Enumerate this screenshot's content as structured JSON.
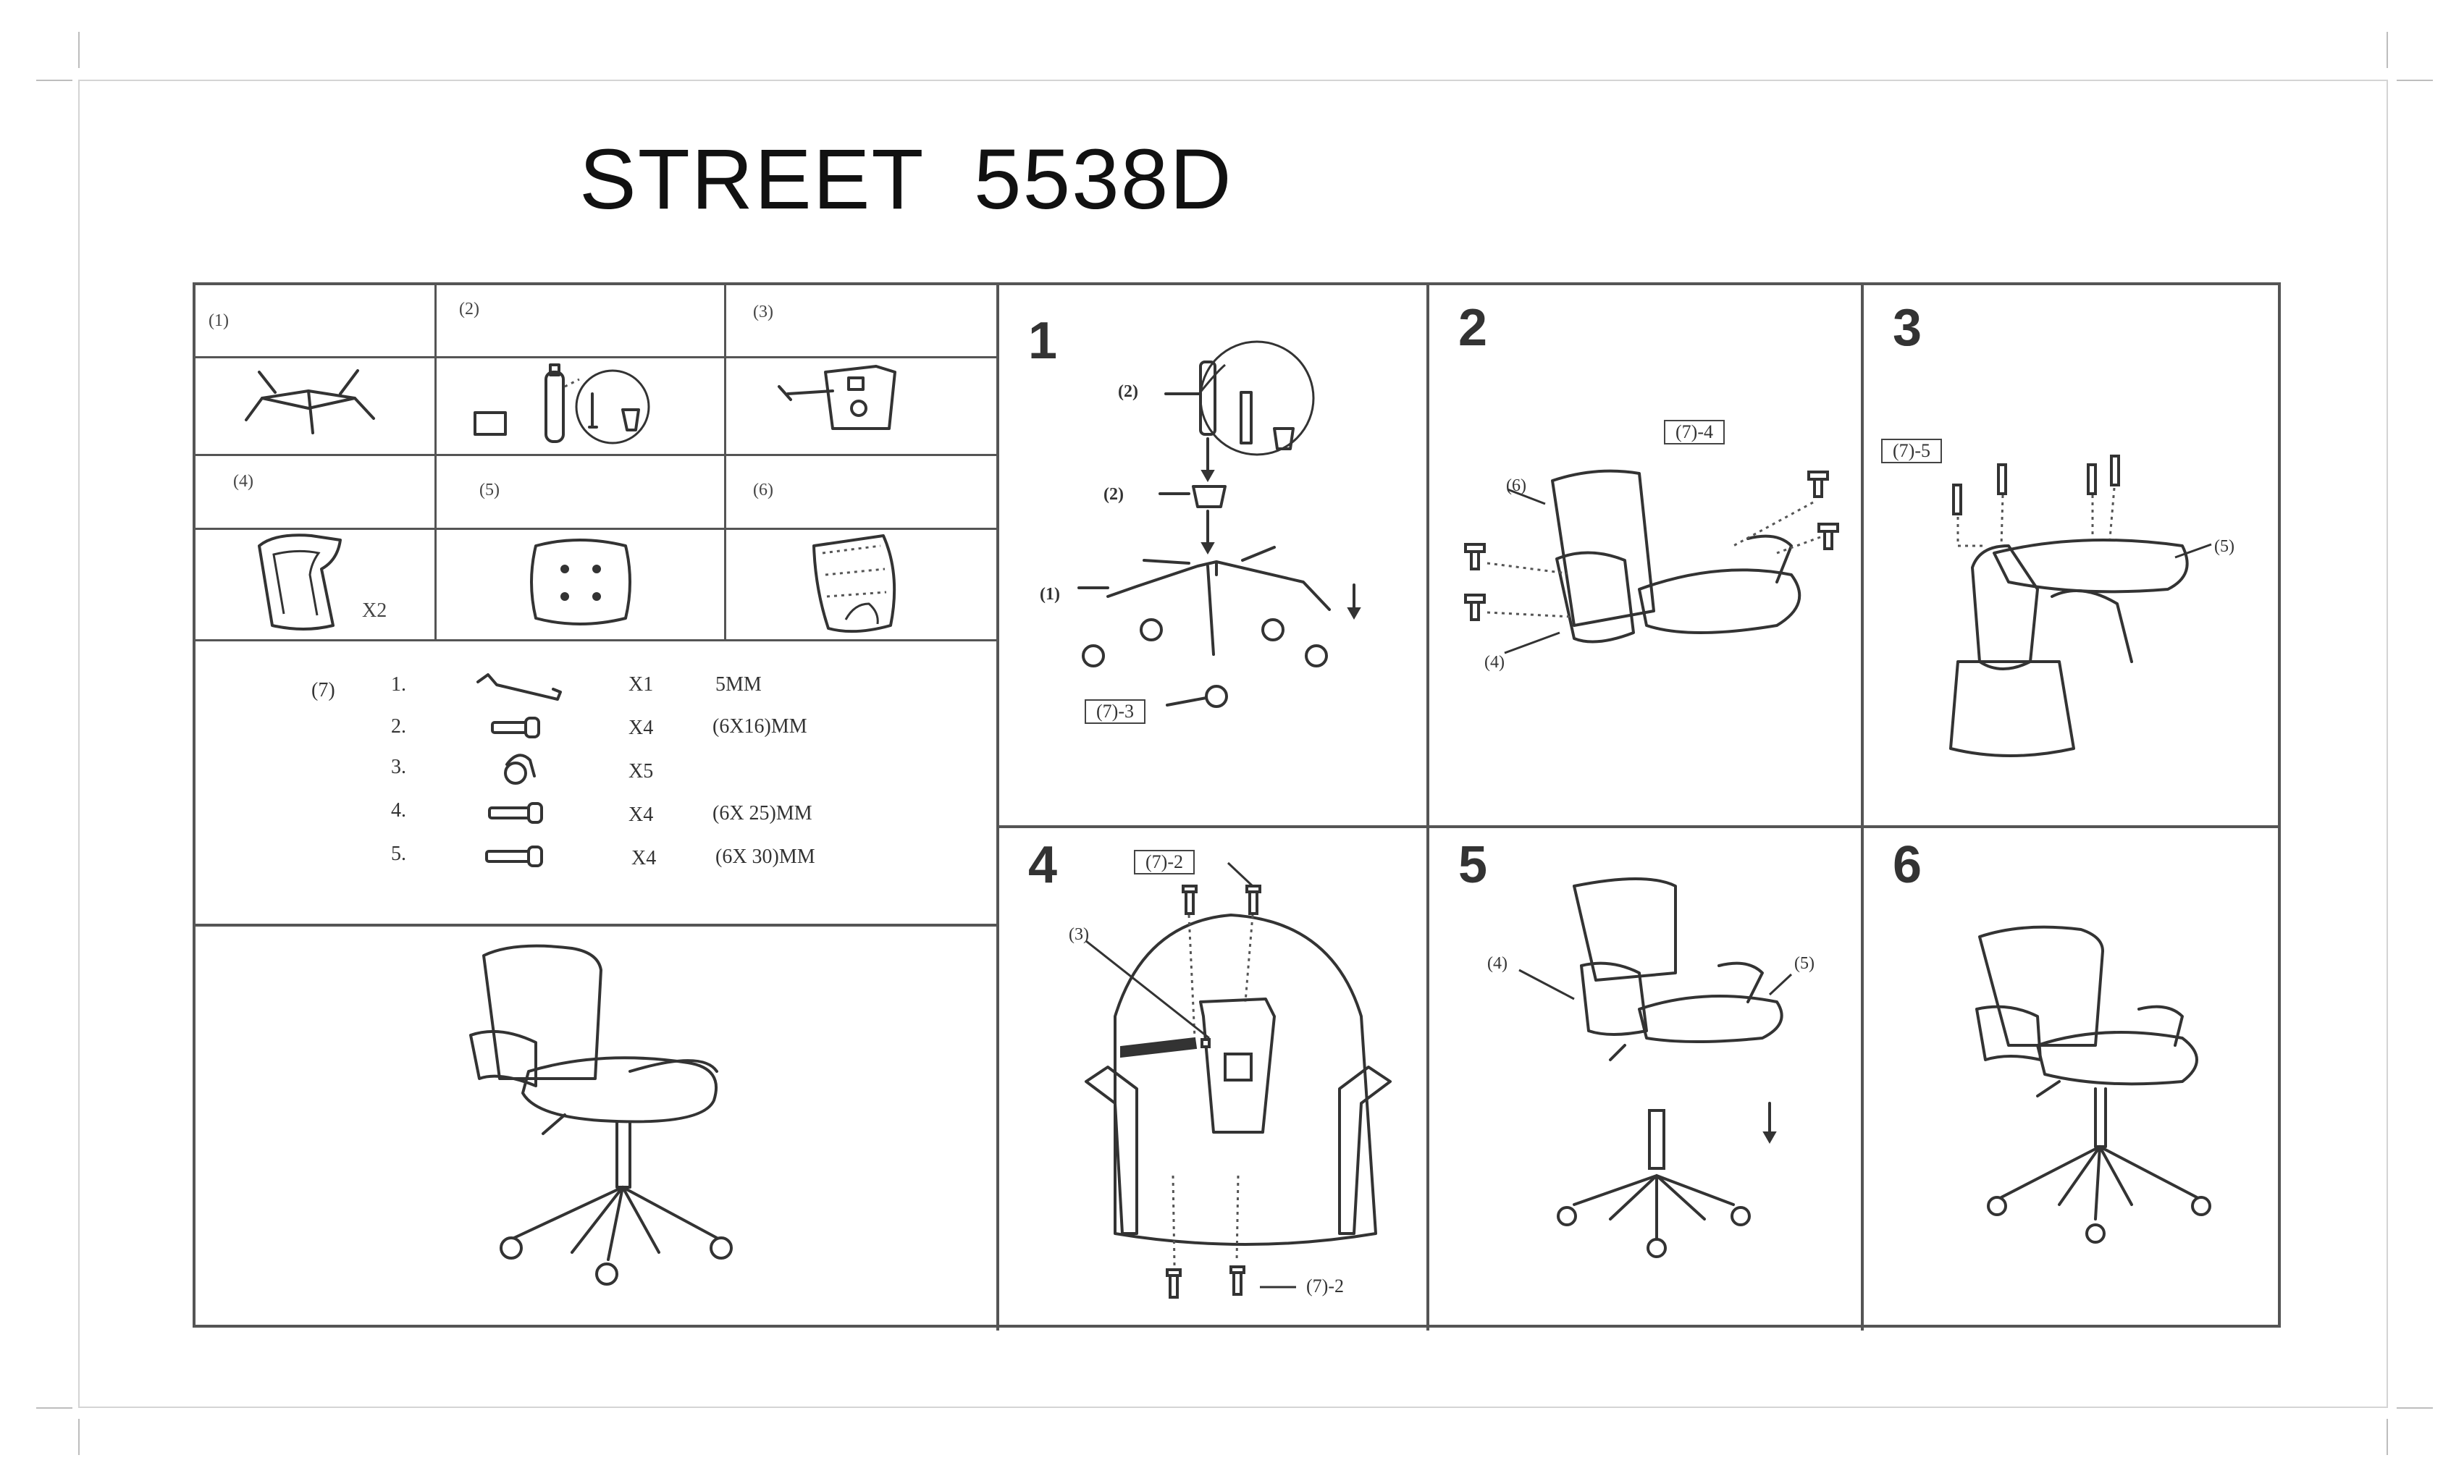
{
  "title": "STREET  5538D",
  "parts": [
    {
      "label": "(1)"
    },
    {
      "label": "(2)"
    },
    {
      "label": "(3)"
    },
    {
      "label": "(4)",
      "qty": "X2"
    },
    {
      "label": "(5)"
    },
    {
      "label": "(6)"
    }
  ],
  "hardware": {
    "label": "(7)",
    "rows": [
      {
        "num": "1.",
        "qty": "X1",
        "size": "5MM"
      },
      {
        "num": "2.",
        "qty": "X4",
        "size": "(6X16)MM"
      },
      {
        "num": "3.",
        "qty": "X5",
        "size": ""
      },
      {
        "num": "4.",
        "qty": "X4",
        "size": "(6X 25)MM"
      },
      {
        "num": "5.",
        "qty": "X4",
        "size": "(6X 30)MM"
      }
    ]
  },
  "steps": [
    {
      "num": "1",
      "tags": [
        "(2)",
        "(2)",
        "(1)"
      ],
      "box": "(7)-3"
    },
    {
      "num": "2",
      "tags": [
        "(6)",
        "(4)"
      ],
      "box": "(7)-4"
    },
    {
      "num": "3",
      "tags": [
        "(5)"
      ],
      "box": "(7)-5"
    },
    {
      "num": "4",
      "tags": [
        "(3)"
      ],
      "box": "(7)-2",
      "box2": "(7)-2"
    },
    {
      "num": "5",
      "tags": [
        "(4)",
        "(5)"
      ]
    },
    {
      "num": "6",
      "tags": []
    }
  ]
}
